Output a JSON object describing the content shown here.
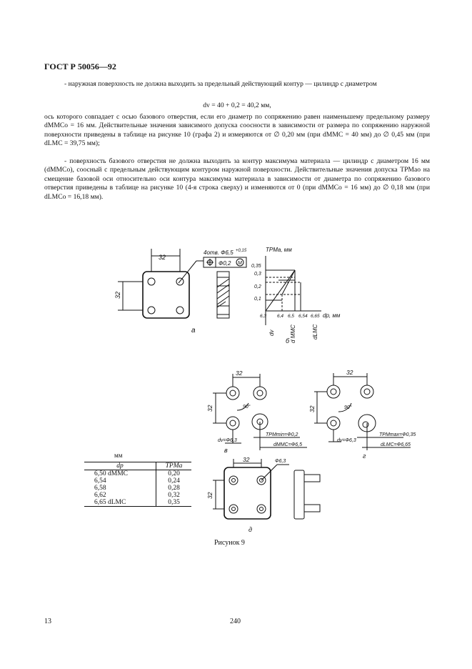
{
  "header": {
    "standard": "ГОСТ Р 50056—92"
  },
  "paragraphs": {
    "p1": "- наружная поверхность не должна выходить за предельный действующий контур — цилиндр с диаметром",
    "formula": "dv = 40 + 0,2 = 40,2 мм,",
    "p2": "ось которого совпадает с осью базового отверстия, если его диаметр по сопряжению равен наименьшему предельному размеру dMMCo = 16 мм. Действительные значения зависимого допуска соосности в зависимости от размера по сопряжению наружной поверхности приведены в таблице на рисунке 10 (графа 2) и измеряются от ∅ 0,20 мм (при dMMC = 40 мм) до ∅ 0,45 мм (при dLMC = 39,75 мм);",
    "p3": "- поверхность базового отверстия не должна выходить за контур максимума материала — цилиндр с диаметром 16 мм (dMMCo), соосный с предельным действующим контуром наружной поверхности. Действительные значения допуска TPMao на смещение базовой оси относительно оси контура максимума материала в зависимости от диаметра по сопряжению базового отверстия приведены в таблице на рисунке 10 (4-я строка сверху) и изменяются от 0 (при dMMCo = 16 мм) до ∅ 0,18 мм (при dLMCo = 16,18 мм)."
  },
  "figure": {
    "caption": "Рисунок 9",
    "labels": {
      "dim32": "32",
      "holes": "4отв. Ф6,5",
      "holes_tol": "+0,15",
      "frame_pos": "Ф0,2",
      "frame_m": "M",
      "graph_y": "TPMa, мм",
      "graph_x": "dp, мм",
      "y_ticks": [
        "0,35",
        "0,3",
        "0,2",
        "0,1"
      ],
      "x_ticks": [
        "6,3",
        "6,4",
        "6,5",
        "6,54",
        "6,65"
      ],
      "dv": "dv",
      "dmmc": "d MMC",
      "dlmc": "dLMC",
      "sub_a": "а",
      "sub_b": "б",
      "sub_v": "в",
      "sub_g": "г",
      "sub_d": "д",
      "angle": "90°",
      "v_dv": "dv=Ф6,3",
      "v_tp": "TPMmin=Ф0,2",
      "v_dm": "dMMC=Ф6,5",
      "g_dv": "dv=Ф6,3",
      "g_tp": "TPMmax=Ф0,35",
      "g_dl": "dLMC=Ф6,65",
      "d_hole": "Ф6,3"
    }
  },
  "table": {
    "units": "мм",
    "col1": "dp",
    "col2": "TPMa",
    "rows": [
      {
        "d": "6,50 dMMC",
        "tp": "0,20"
      },
      {
        "d": "6,54",
        "tp": "0,24"
      },
      {
        "d": "6,58",
        "tp": "0,28"
      },
      {
        "d": "6,62",
        "tp": "0,32"
      },
      {
        "d": "6,65 dLMC",
        "tp": "0,35"
      }
    ]
  },
  "footer": {
    "left_num": "13",
    "center_num": "240"
  }
}
